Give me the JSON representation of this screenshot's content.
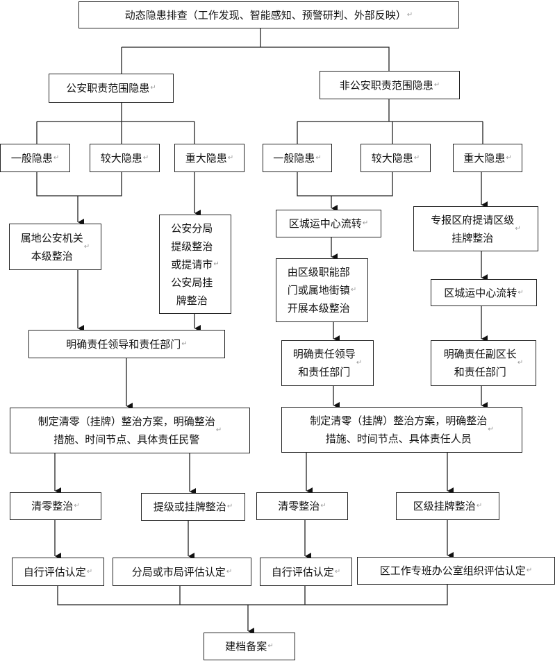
{
  "diagram": {
    "return_mark": "↵",
    "nodes": {
      "root": "动态隐患排查（工作发现、智能感知、预警研判、外部反映）",
      "police_scope": "公安职责范围隐患",
      "non_police_scope": "非公安职责范围隐患",
      "p_general": "一般隐患",
      "p_larger": "较大隐患",
      "p_major": "重大隐患",
      "n_general": "一般隐患",
      "n_larger": "较大隐患",
      "n_major": "重大隐患",
      "p_local": "属地公安机关\n本级整治",
      "p_branch": "公安分局\n提级整治\n或提请市\n公安局挂\n牌整治",
      "n_transfer_left": "区城运中心流转",
      "n_report": "专报区府提请区级\n挂牌整治",
      "n_district_dept": "由区级职能部\n门或属地街镇\n开展本级整治",
      "n_transfer_right": "区城运中心流转",
      "p_leader": "明确责任领导和责任部门",
      "n_leader": "明确责任领导\n和责任部门",
      "n_vice_head": "明确责任副区长\n和责任部门",
      "p_plan": "制定清零（挂牌）整治方案，明确整治\n措施、时间节点、具体责任民警",
      "n_plan": "制定清零（挂牌）整治方案，明确整治\n措施、时间节点、具体责任人员",
      "p_clear": "清零整治",
      "p_escalate": "提级或挂牌整治",
      "n_clear": "清零整治",
      "n_district_listing": "区级挂牌整治",
      "p_self_eval": "自行评估认定",
      "p_city_eval": "分局或市局评估认定",
      "n_self_eval": "自行评估认定",
      "n_office_eval": "区工作专班办公室组织评估认定",
      "archive": "建档备案"
    }
  }
}
